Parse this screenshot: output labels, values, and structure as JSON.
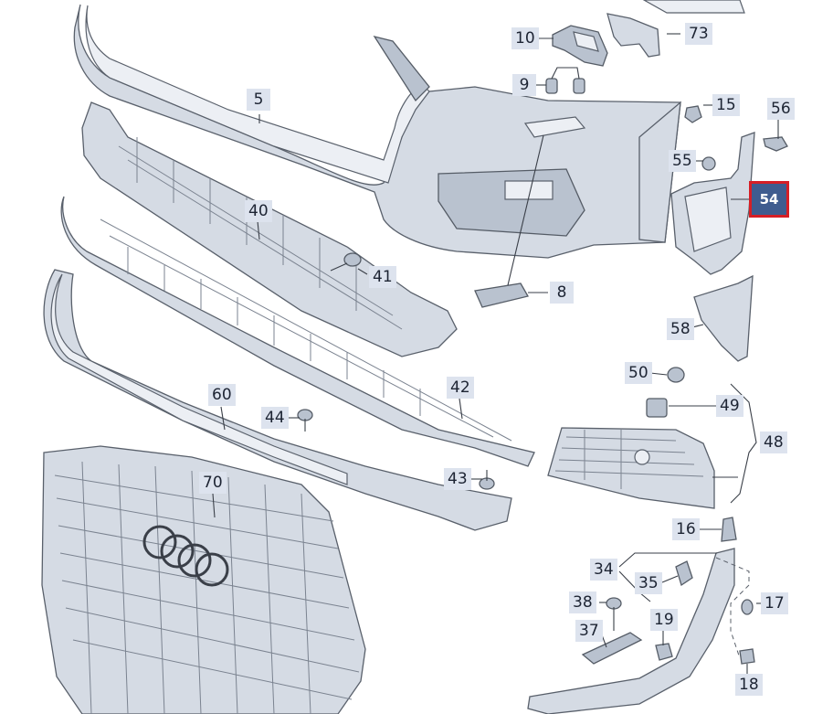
{
  "callouts": {
    "p10": "10",
    "p73": "73",
    "p9": "9",
    "p5": "5",
    "p15": "15",
    "p56": "56",
    "p55": "55",
    "p54": "54",
    "p40": "40",
    "p41": "41",
    "p8": "8",
    "p58": "58",
    "p50": "50",
    "p49": "49",
    "p48": "48",
    "p60": "60",
    "p42": "42",
    "p44": "44",
    "p43": "43",
    "p70": "70",
    "p16": "16",
    "p34": "34",
    "p35": "35",
    "p38": "38",
    "p17": "17",
    "p37": "37",
    "p19": "19",
    "p18": "18"
  },
  "selected_part": "54",
  "colors": {
    "callout_bg": "#dde3ee",
    "selected_bg": "#3f5c8f",
    "selected_border": "#d61f26"
  }
}
